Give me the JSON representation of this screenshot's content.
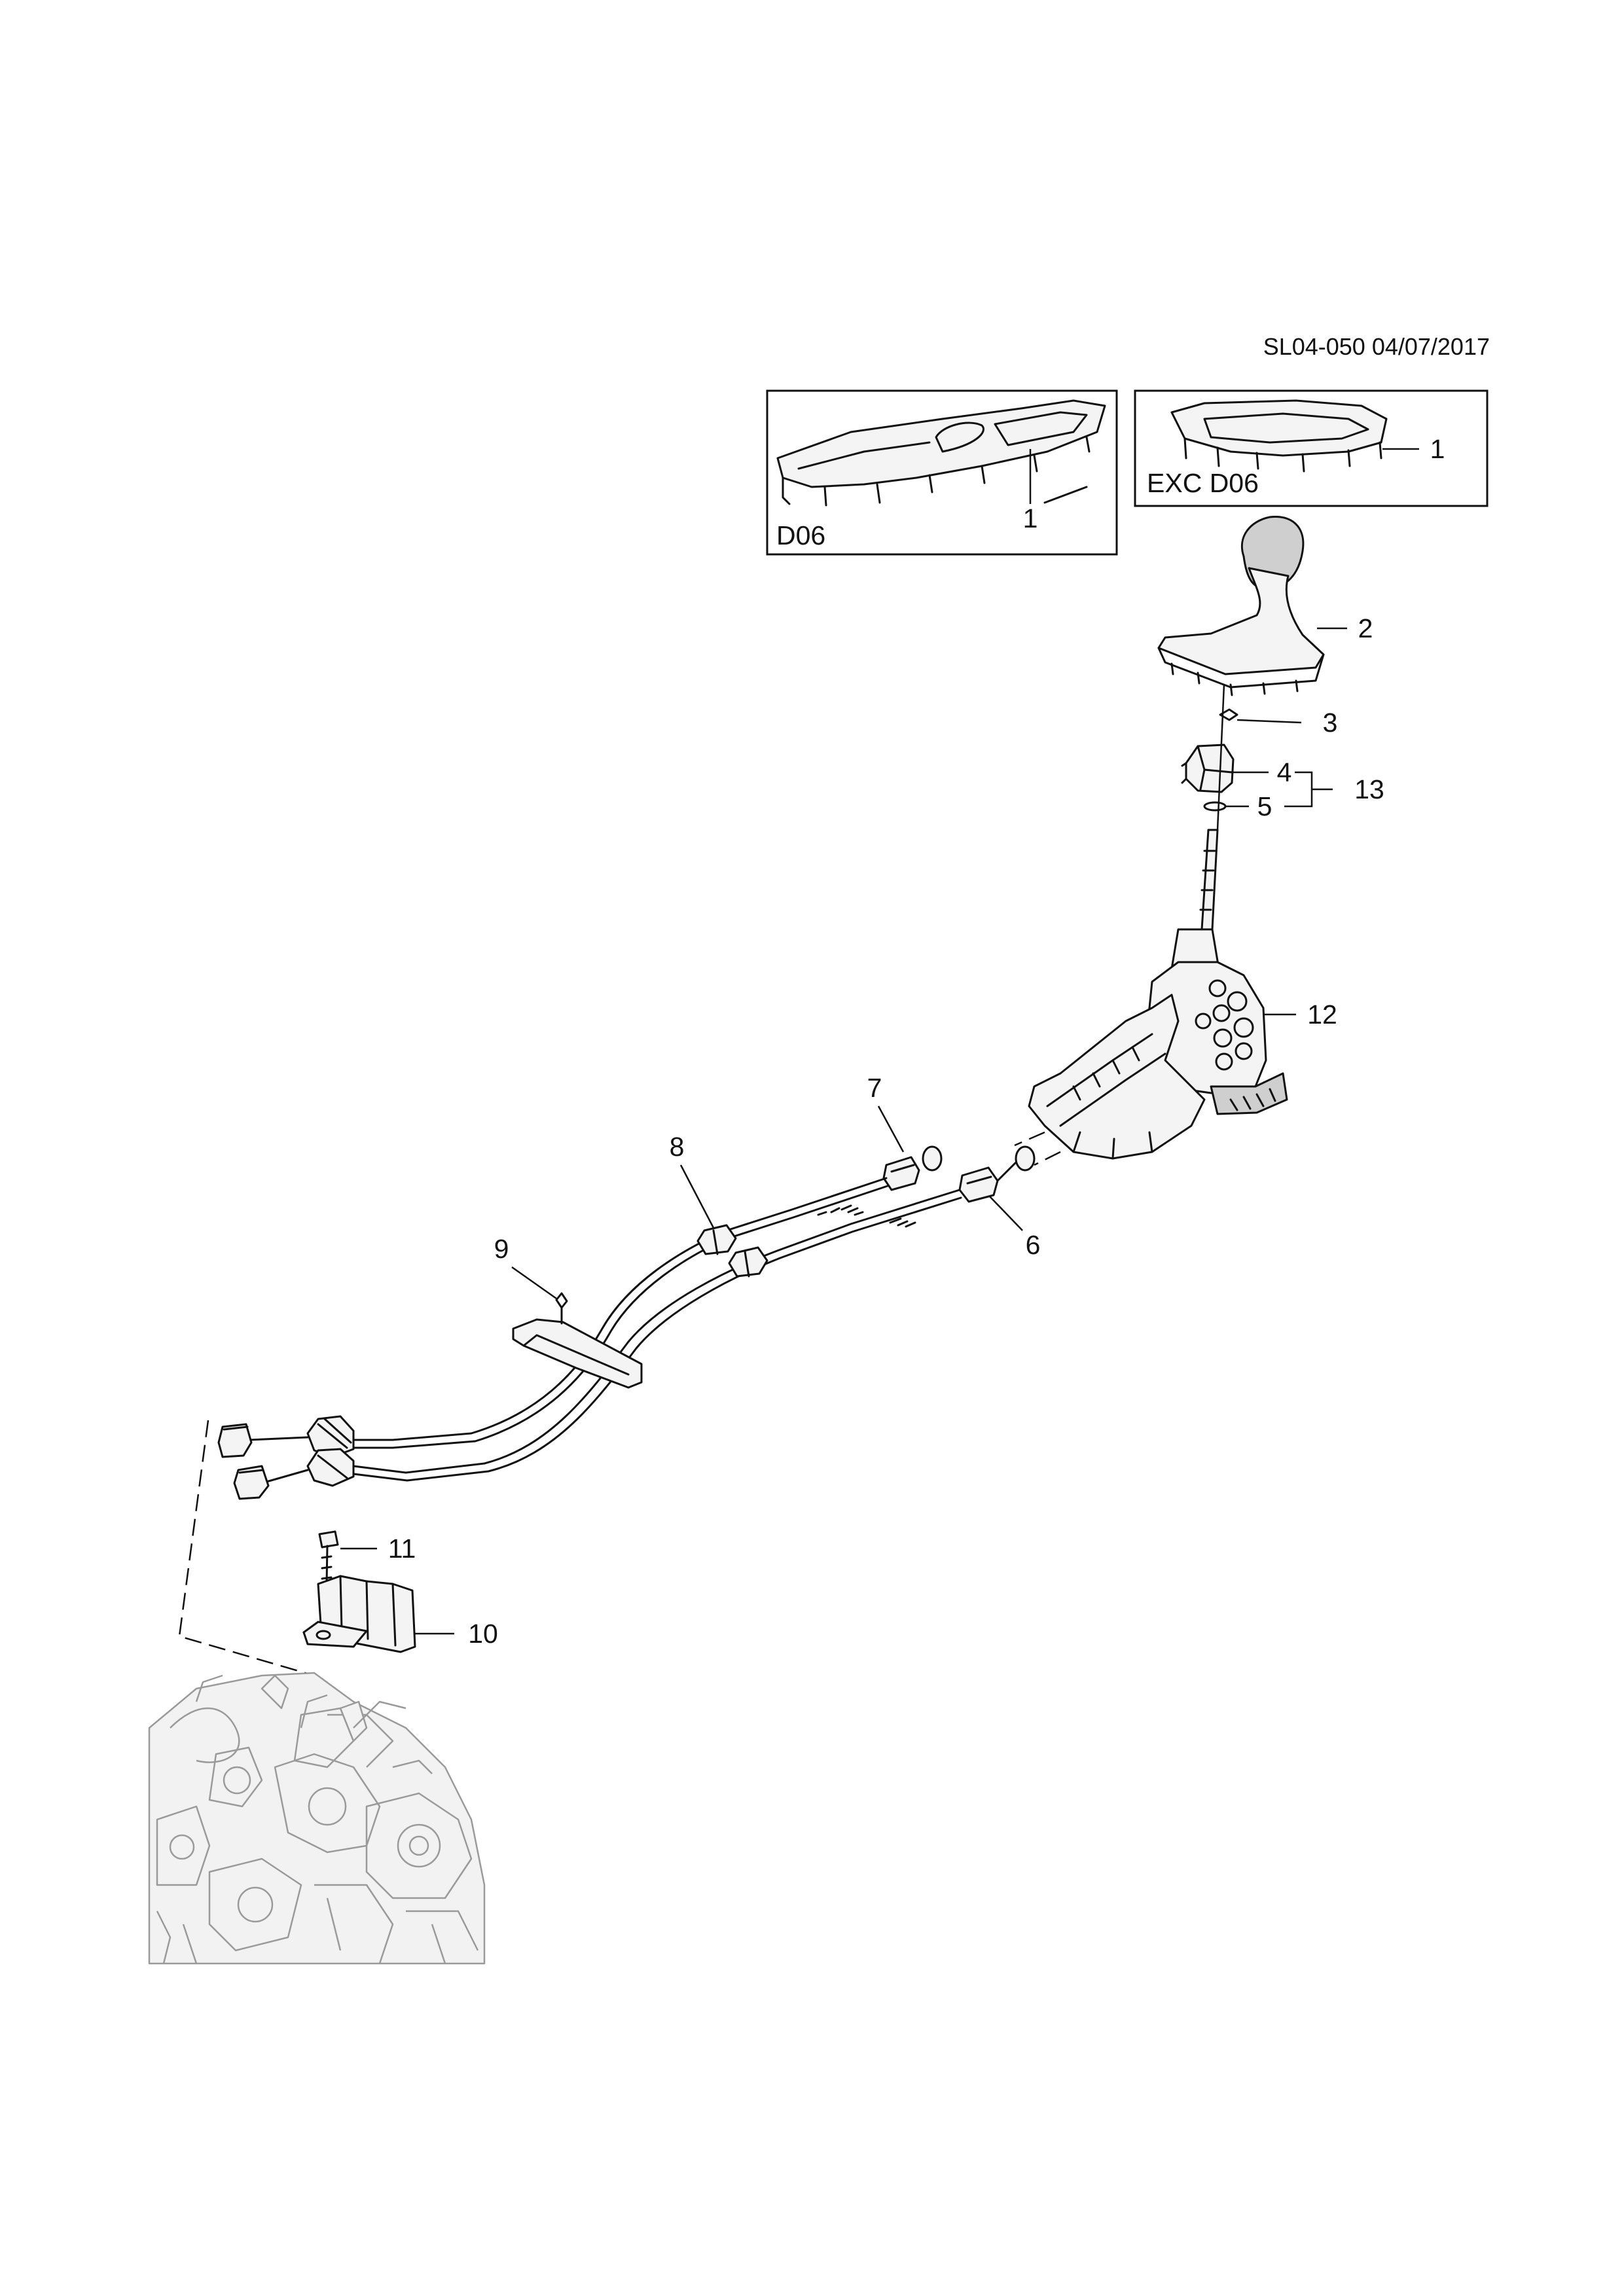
{
  "header": {
    "reference": "SL04-050 04/07/2017"
  },
  "inset_boxes": [
    {
      "label": "D06",
      "callout": "1"
    },
    {
      "label": "EXC D06",
      "callout": "1"
    }
  ],
  "callouts": {
    "c2": "2",
    "c3": "3",
    "c4": "4",
    "c5": "5",
    "c6": "6",
    "c7": "7",
    "c8": "8",
    "c9": "9",
    "c10": "10",
    "c11": "11",
    "c12": "12",
    "c13": "13"
  },
  "colors": {
    "line": "#111111",
    "background_part": "#9a9a9a"
  }
}
